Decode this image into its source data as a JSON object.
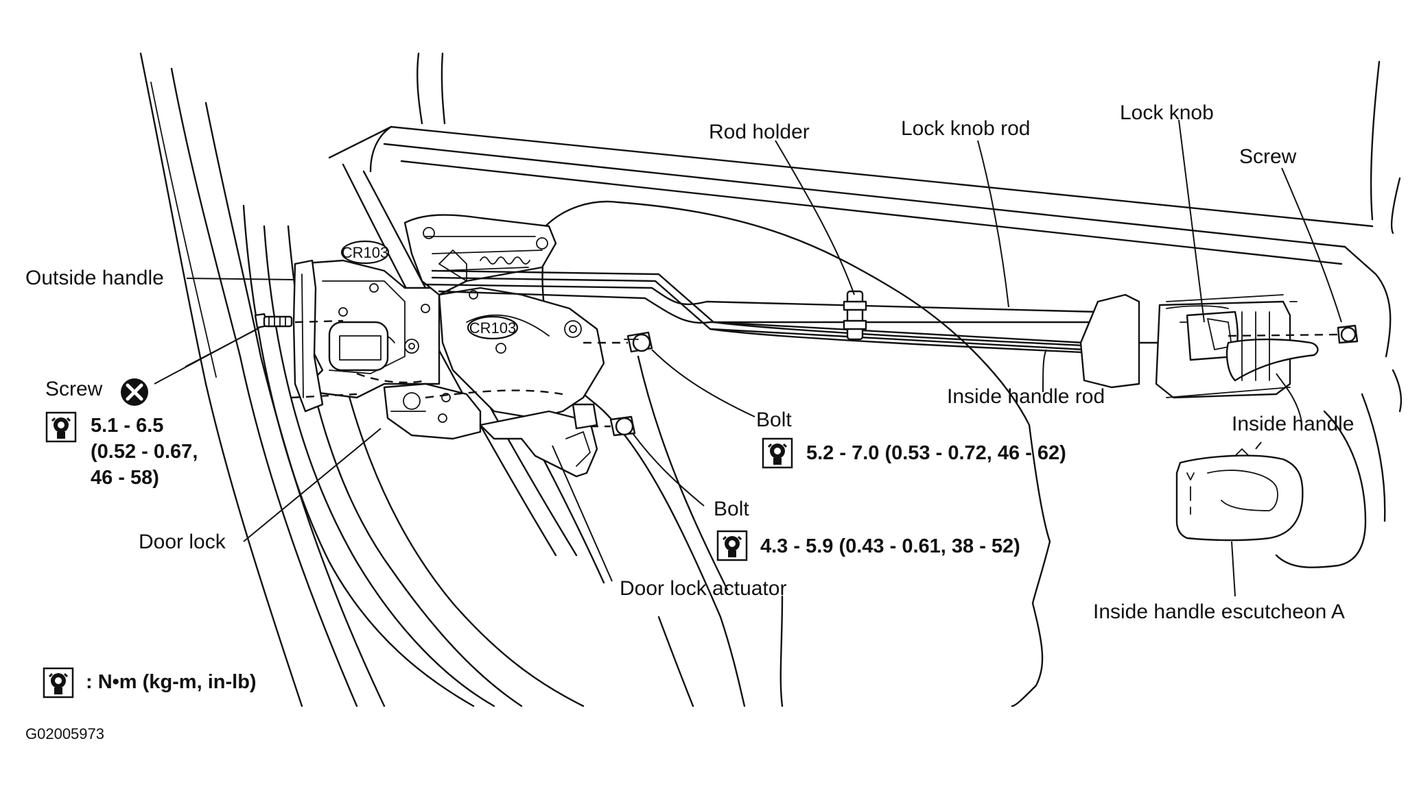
{
  "labels": {
    "outside_handle": "Outside handle",
    "screw_left": "Screw",
    "door_lock": "Door lock",
    "door_lock_actuator": "Door lock actuator",
    "rod_holder": "Rod holder",
    "lock_knob_rod": "Lock knob rod",
    "lock_knob": "Lock knob",
    "screw_right": "Screw",
    "inside_handle_rod": "Inside handle rod",
    "inside_handle": "Inside handle",
    "bolt_upper": "Bolt",
    "bolt_lower": "Bolt",
    "inside_handle_escutcheon": "Inside handle escutcheon A",
    "cr_upper": "CR103",
    "cr_lower": "CR103"
  },
  "torque_specs": {
    "screw_line1": "5.1 - 6.5",
    "screw_line2": "(0.52 - 0.67,",
    "screw_line3": "46 - 58)",
    "bolt_upper": "5.2 - 7.0 (0.53 - 0.72, 46 - 62)",
    "bolt_lower": "4.3 - 5.9 (0.43 - 0.61, 38 - 52)"
  },
  "legend": {
    "units": ": N•m  (kg-m,  in-lb)"
  },
  "figure_code": "G02005973",
  "icons": [
    "torque-wrench-icon",
    "do-not-reuse-icon"
  ]
}
